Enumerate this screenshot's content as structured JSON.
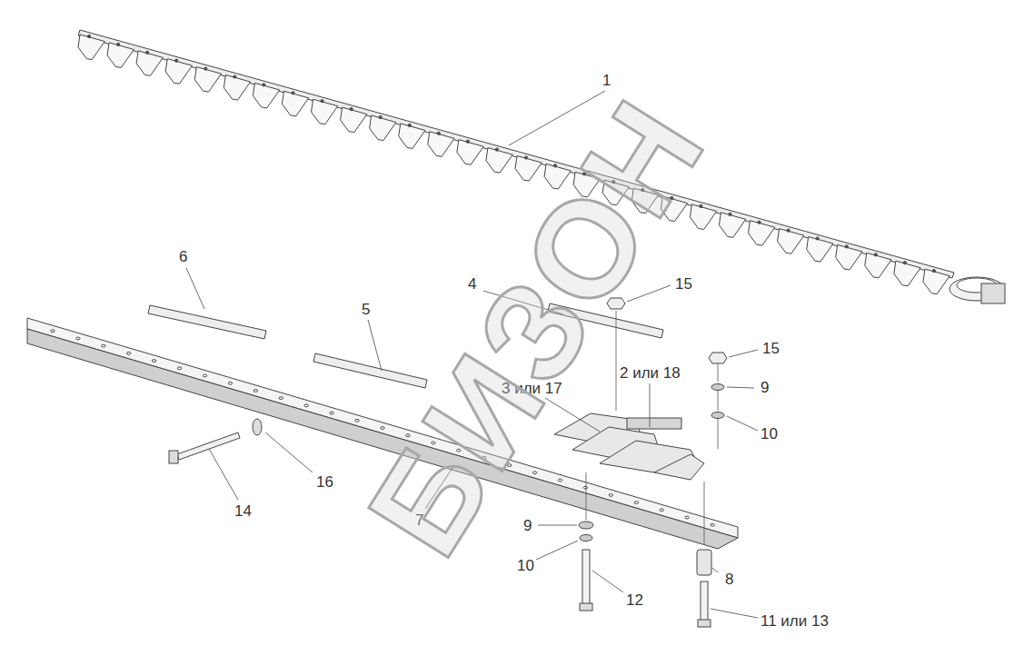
{
  "diagram": {
    "labels": [
      "1",
      "6",
      "4",
      "15",
      "5",
      "15",
      "2 или 18",
      "3 или 17",
      "9",
      "10",
      "16",
      "14",
      "7",
      "9",
      "10",
      "12",
      "8",
      "11 или 13",
      "БИЗОН"
    ]
  }
}
